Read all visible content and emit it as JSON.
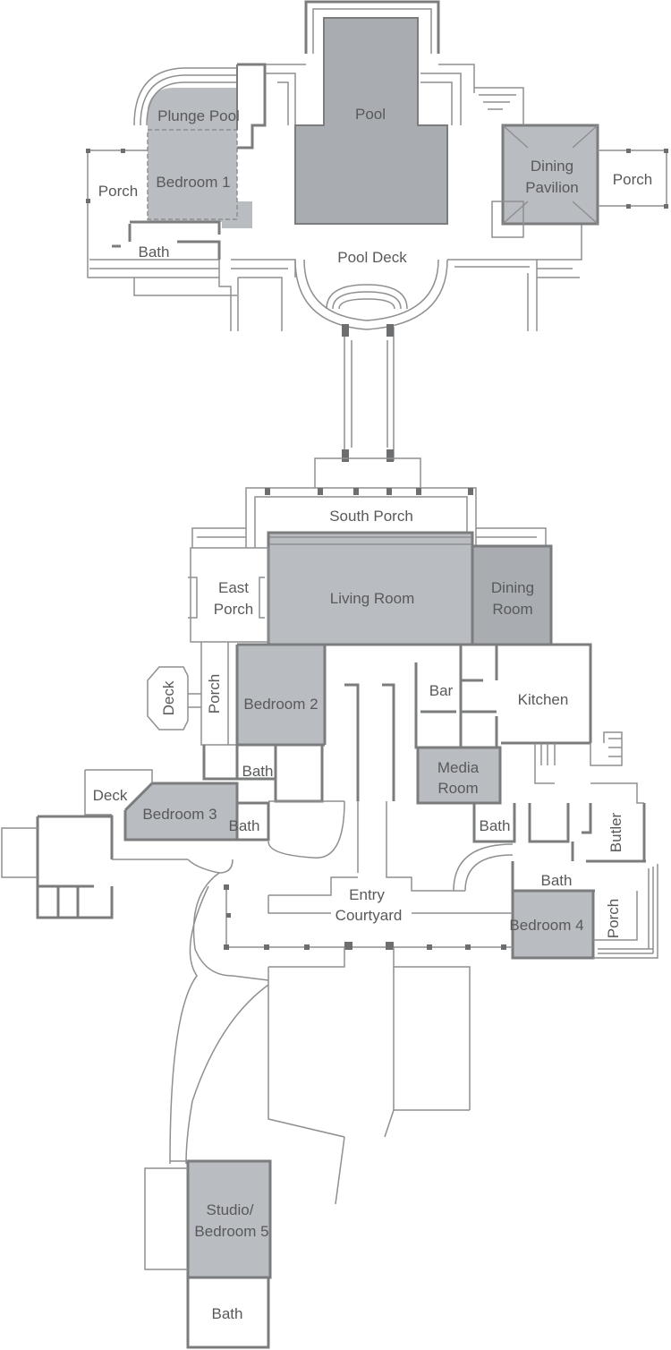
{
  "floor_plan": {
    "colors": {
      "wall": "#7b7c7e",
      "shaded_room": "#b9bcc1",
      "label": "#58595b",
      "background": "#ffffff"
    },
    "labels": {
      "plunge_pool": "Plunge Pool",
      "pool": "Pool",
      "porch_bedroom1": "Porch",
      "bedroom_1": "Bedroom 1",
      "dining_pavilion_line1": "Dining",
      "dining_pavilion_line2": "Pavilion",
      "porch_pavilion": "Porch",
      "bath_bedroom1": "Bath",
      "pool_deck": "Pool Deck",
      "south_porch": "South Porch",
      "east_porch_line1": "East",
      "east_porch_line2": "Porch",
      "living_room": "Living Room",
      "dining_room_line1": "Dining",
      "dining_room_line2": "Room",
      "deck_upper": "Deck",
      "porch_side": "Porch",
      "bedroom_2": "Bedroom 2",
      "bar": "Bar",
      "kitchen": "Kitchen",
      "bath_bedroom2": "Bath",
      "media_room_line1": "Media",
      "media_room_line2": "Room",
      "deck_lower": "Deck",
      "bedroom_3": "Bedroom 3",
      "bath_bedroom3": "Bath",
      "bath_media": "Bath",
      "butler": "Butler",
      "bath_bedroom4": "Bath",
      "entry_courtyard_line1": "Entry",
      "entry_courtyard_line2": "Courtyard",
      "bedroom_4": "Bedroom 4",
      "porch_bedroom4": "Porch",
      "studio_line1": "Studio/",
      "studio_line2": "Bedroom 5",
      "bath_studio": "Bath"
    }
  }
}
